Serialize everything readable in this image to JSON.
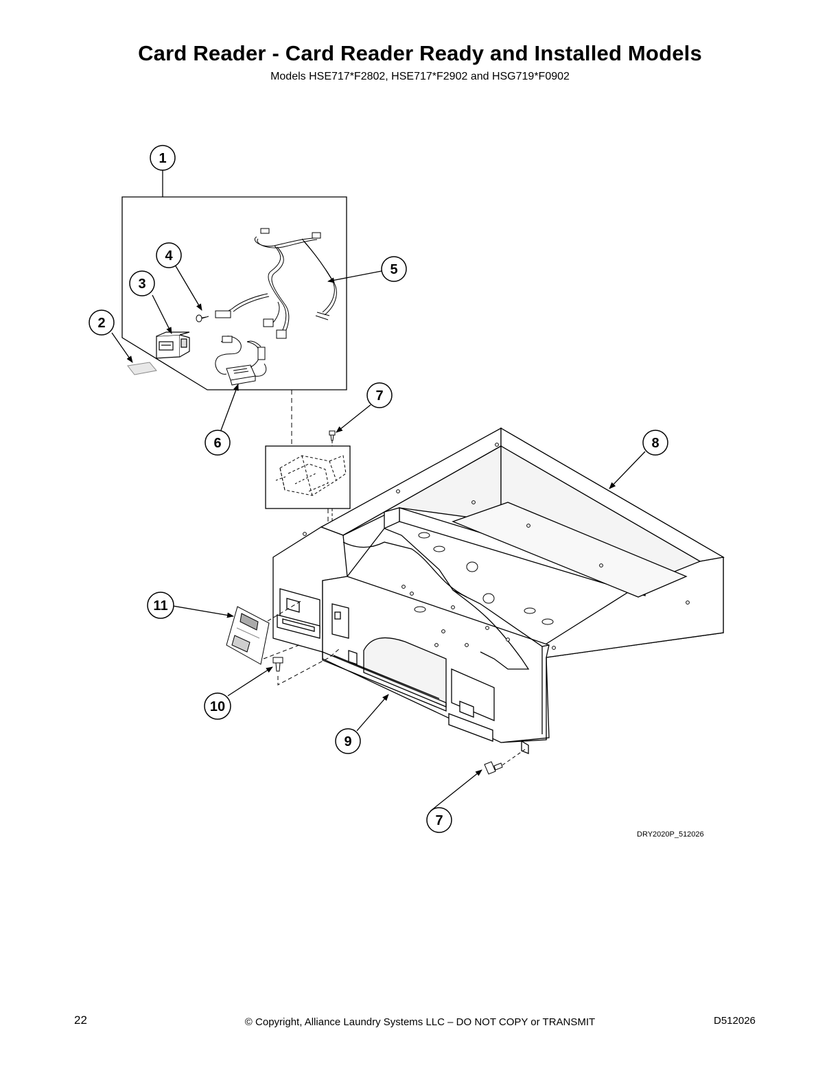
{
  "header": {
    "title": "Card Reader - Card Reader Ready and Installed Models",
    "subtitle": "Models HSE717*F2802, HSE717*F2902 and HSG719*F0902"
  },
  "diagram": {
    "drawing_code": "DRY2020P_512026",
    "callouts": [
      {
        "id": "c1",
        "label": "1"
      },
      {
        "id": "c2",
        "label": "2"
      },
      {
        "id": "c3",
        "label": "3"
      },
      {
        "id": "c4",
        "label": "4"
      },
      {
        "id": "c5",
        "label": "5"
      },
      {
        "id": "c6",
        "label": "6"
      },
      {
        "id": "c7a",
        "label": "7"
      },
      {
        "id": "c7b",
        "label": "7"
      },
      {
        "id": "c8",
        "label": "8"
      },
      {
        "id": "c9",
        "label": "9"
      },
      {
        "id": "c10",
        "label": "10"
      },
      {
        "id": "c11",
        "label": "11"
      }
    ]
  },
  "footer": {
    "page_number": "22",
    "copyright": "© Copyright, Alliance Laundry Systems LLC – DO NOT COPY or TRANSMIT",
    "doc_number": "D512026"
  }
}
